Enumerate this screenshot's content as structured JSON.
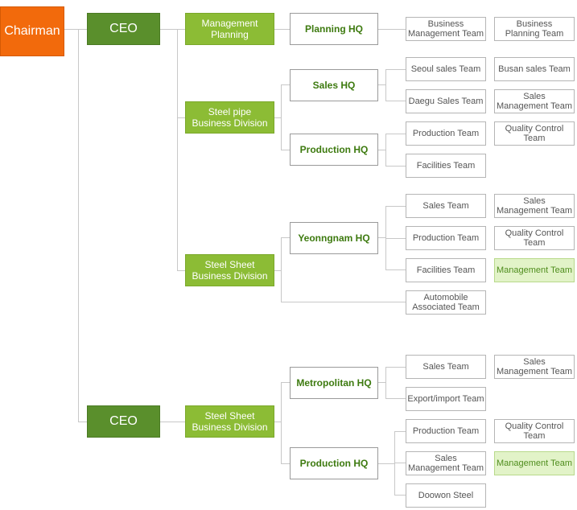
{
  "colors": {
    "chairman": "#f26a0c",
    "ceo": "#5a8f2c",
    "division": "#8cbc35",
    "hq_text": "#3d7a0f",
    "highlight_bg": "#e2f3c8",
    "connector": "#c8c8c8"
  },
  "chairman": "Chairman",
  "ceo1": "CEO",
  "ceo2": "CEO",
  "divisions": {
    "management_planning": "Management\nPlanning",
    "steel_pipe": "Steel pipe\nBusiness Division",
    "steel_sheet_1": "Steel Sheet\nBusiness Division",
    "steel_sheet_2": "Steel Sheet\nBusiness Division"
  },
  "hqs": {
    "planning": "Planning HQ",
    "sales": "Sales HQ",
    "production_1": "Production HQ",
    "yeonngnam": "Yeonngnam HQ",
    "metropolitan": "Metropolitan HQ",
    "production_2": "Production HQ"
  },
  "teams": {
    "business_management": "Business\nManagement Team",
    "business_planning": "Business\nPlanning Team",
    "seoul_sales": "Seoul sales Team",
    "busan_sales": "Busan sales Team",
    "daegu_sales": "Daegu Sales Team",
    "sales_management_1": "Sales\nManagement Team",
    "production_1": "Production Team",
    "quality_control_1": "Quality Control\nTeam",
    "facilities_1": "Facilities Team",
    "sales_yn": "Sales Team",
    "sales_management_2": "Sales\nManagement Team",
    "production_yn": "Production Team",
    "quality_control_2": "Quality Control\nTeam",
    "facilities_yn": "Facilities Team",
    "management_1": "Management Team",
    "automobile": "Automobile\nAssociated Team",
    "sales_metro": "Sales Team",
    "sales_management_3": "Sales\nManagement Team",
    "export_import": "Export/import Team",
    "production_2": "Production Team",
    "quality_control_3": "Quality Control\nTeam",
    "sales_management_4": "Sales\nManagement Team",
    "management_2": "Management Team",
    "doowon_steel": "Doowon Steel"
  }
}
